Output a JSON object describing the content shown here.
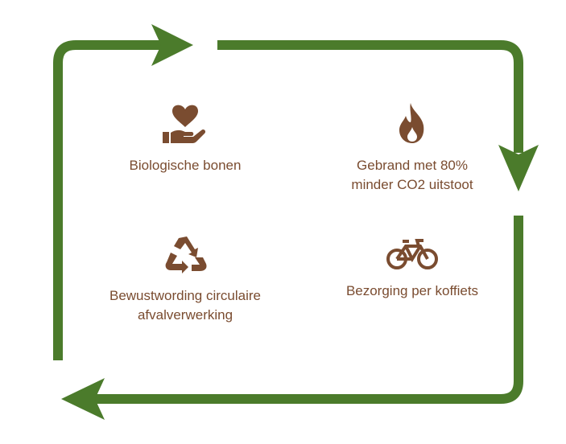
{
  "colors": {
    "cycle_arrow": "#4b7b2b",
    "icon_and_text": "#7a4c30"
  },
  "items": [
    {
      "icon": "heart-in-hand-icon",
      "label_lines": [
        "Biologische bonen"
      ]
    },
    {
      "icon": "flame-icon",
      "label_lines": [
        "Gebrand met 80%",
        "minder CO2 uitstoot"
      ]
    },
    {
      "icon": "recycle-icon",
      "label_lines": [
        "Bewustwording circulaire",
        "afvalverwerking"
      ]
    },
    {
      "icon": "bicycle-icon",
      "label_lines": [
        "Bezorging per koffiets"
      ]
    }
  ]
}
